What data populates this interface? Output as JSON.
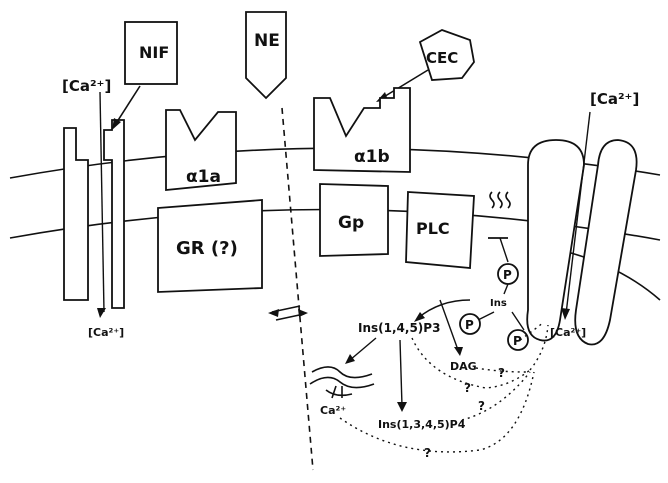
{
  "labels": {
    "nif": "NIF",
    "ne": "NE",
    "cec": "CEC",
    "ca_out_left": "[Ca²⁺]",
    "ca_out_right": "[Ca²⁺]",
    "ca_in_left": "[Ca²⁺]",
    "ca_in_right": "[Ca²⁺]",
    "a1a": "α1a",
    "a1b": "α1b",
    "gr": "GR (?)",
    "gp": "Gp",
    "plc": "PLC",
    "p": "P",
    "ins": "Ins",
    "ip3": "Ins(1,4,5)P3",
    "dag": "DAG",
    "ca_store": "Ca²⁺",
    "ip4": "Ins(1,3,4,5)P4",
    "q": "?"
  }
}
